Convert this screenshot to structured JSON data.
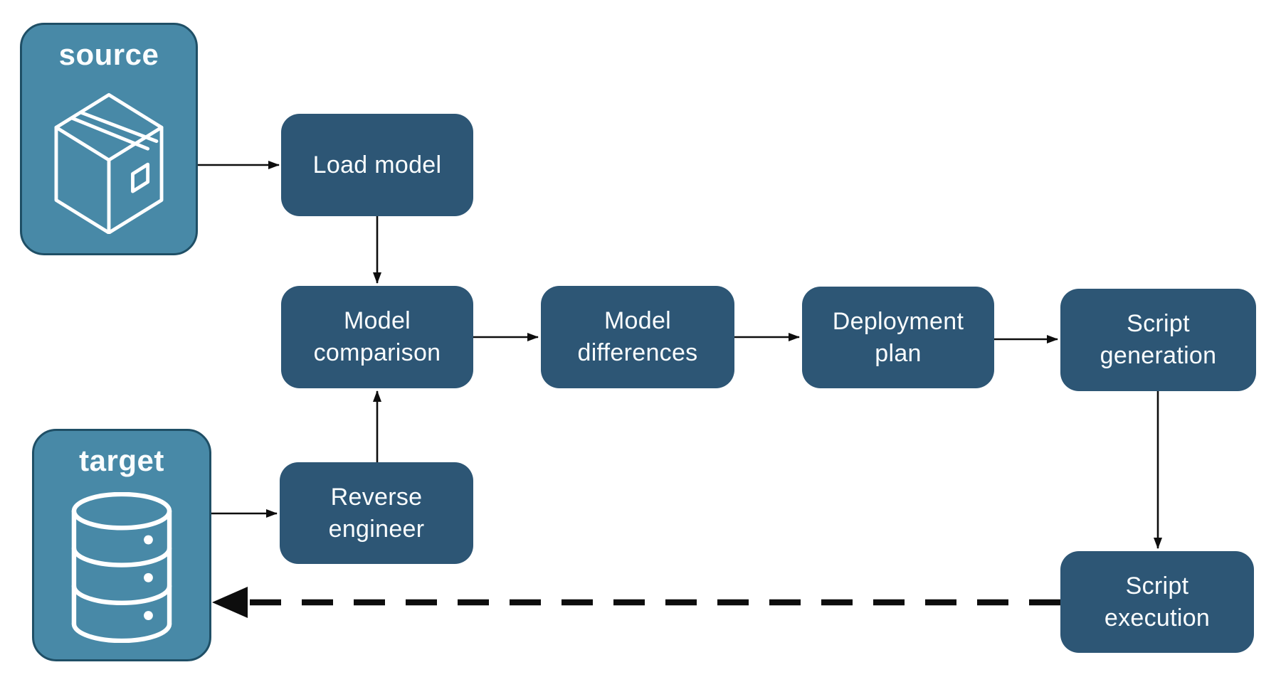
{
  "colors": {
    "node_fill": "#2d5675",
    "endpoint_fill": "#4889a7",
    "endpoint_border": "#1f4f66",
    "label_text": "#fafdfe",
    "arrow": "#0d0d0d"
  },
  "endpoints": {
    "source": {
      "label": "source",
      "icon": "package-icon"
    },
    "target": {
      "label": "target",
      "icon": "database-icon"
    }
  },
  "nodes": [
    {
      "id": "load-model",
      "label": "Load model"
    },
    {
      "id": "model-comparison",
      "label": "Model comparison"
    },
    {
      "id": "model-differences",
      "label": "Model differences"
    },
    {
      "id": "deployment-plan",
      "label": "Deployment plan"
    },
    {
      "id": "script-generation",
      "label": "Script generation"
    },
    {
      "id": "reverse-engineer",
      "label": "Reverse engineer"
    },
    {
      "id": "script-execution",
      "label": "Script execution"
    }
  ],
  "edges": [
    {
      "from": "source",
      "to": "load-model",
      "style": "solid"
    },
    {
      "from": "load-model",
      "to": "model-comparison",
      "style": "solid"
    },
    {
      "from": "model-comparison",
      "to": "model-differences",
      "style": "solid"
    },
    {
      "from": "model-differences",
      "to": "deployment-plan",
      "style": "solid"
    },
    {
      "from": "deployment-plan",
      "to": "script-generation",
      "style": "solid"
    },
    {
      "from": "script-generation",
      "to": "script-execution",
      "style": "solid"
    },
    {
      "from": "target",
      "to": "reverse-engineer",
      "style": "solid"
    },
    {
      "from": "reverse-engineer",
      "to": "model-comparison",
      "style": "solid"
    },
    {
      "from": "script-execution",
      "to": "target",
      "style": "dashed"
    }
  ]
}
